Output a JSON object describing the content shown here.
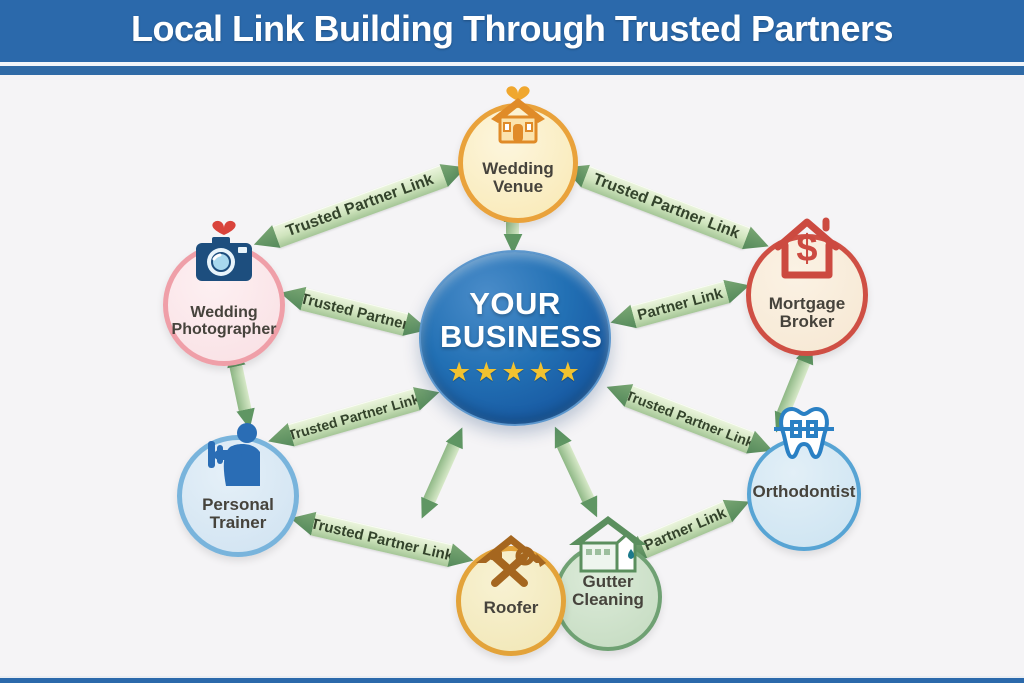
{
  "title": "Local Link Building Through Trusted Partners",
  "center": {
    "id": "your-business",
    "label": "YOUR BUSINESS",
    "stars": "★★★★★"
  },
  "nodes": [
    {
      "id": "wedding-venue",
      "label": "Wedding Venue",
      "icon": "heart-house-icon",
      "border_color": "#e9a23b",
      "fill_color": "#fdf3d2"
    },
    {
      "id": "wedding-photographer",
      "label": "Wedding Photographer",
      "icon": "camera-heart-icon",
      "border_color": "#ef9fa8",
      "fill_color": "#fbe9ec"
    },
    {
      "id": "mortgage-broker",
      "label": "Mortgage Broker",
      "icon": "dollar-house-icon",
      "border_color": "#cf4f44",
      "fill_color": "#f8ecdd"
    },
    {
      "id": "personal-trainer",
      "label": "Personal Trainer",
      "icon": "trainer-dumbbell-icon",
      "border_color": "#79b4dc",
      "fill_color": "#d9e8f4"
    },
    {
      "id": "orthodontist",
      "label": "Orthodontist",
      "icon": "tooth-braces-icon",
      "border_color": "#57a4d4",
      "fill_color": "#d6e9f4"
    },
    {
      "id": "roofer",
      "label": "Roofer",
      "icon": "roof-tools-icon",
      "border_color": "#e3a33a",
      "fill_color": "#f4edc6"
    },
    {
      "id": "gutter-cleaning",
      "label": "Gutter Cleaning",
      "icon": "gutter-house-icon",
      "border_color": "#6fa173",
      "fill_color": "#cfe2cc"
    }
  ],
  "links": [
    {
      "from": "wedding-photographer",
      "to": "wedding-venue",
      "label": "Trusted Partner Link"
    },
    {
      "from": "wedding-venue",
      "to": "mortgage-broker",
      "label": "Trusted Partner Link"
    },
    {
      "from": "wedding-photographer",
      "to": "your-business",
      "label": "Trusted Partner"
    },
    {
      "from": "your-business",
      "to": "mortgage-broker",
      "label": "Partner Link"
    },
    {
      "from": "your-business",
      "to": "orthodontist",
      "label": "Trusted Partner Link"
    },
    {
      "from": "personal-trainer",
      "to": "your-business",
      "label": "Trusted Partner Link"
    },
    {
      "from": "personal-trainer",
      "to": "roofer",
      "label": "Trusted Partner Link"
    },
    {
      "from": "gutter-cleaning",
      "to": "orthodontist",
      "label": "Partner Link"
    }
  ],
  "plain_links": [
    {
      "from": "your-business",
      "to": "wedding-venue"
    },
    {
      "from": "wedding-photographer",
      "to": "personal-trainer"
    },
    {
      "from": "mortgage-broker",
      "to": "orthodontist"
    },
    {
      "from": "your-business",
      "to": "roofer"
    },
    {
      "from": "your-business",
      "to": "gutter-cleaning"
    }
  ],
  "colors": {
    "header_blue": "#2b69ab",
    "background": "#f5f4f6",
    "center_blue": "#1c60a7",
    "star_yellow": "#f2c230",
    "arrow_green_dark": "#5f9663",
    "arrow_ribbon_fill": "#cfe4bd",
    "arrow_label_green": "#33432b"
  }
}
